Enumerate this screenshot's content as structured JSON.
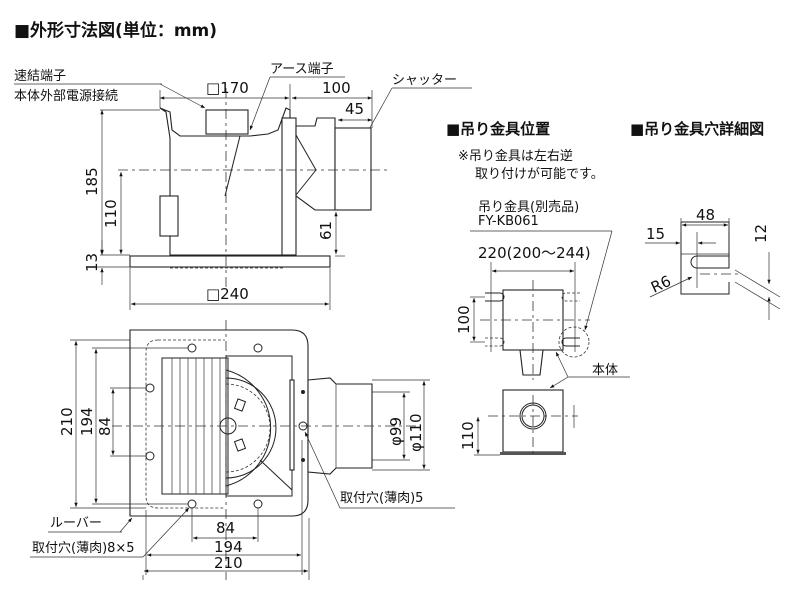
{
  "title": "■外形寸法図(単位：mm)",
  "side_view": {
    "labels": {
      "quick_terminal_1": "速結端子",
      "quick_terminal_2": "本体外部電源接続",
      "earth_terminal": "アース端子",
      "shutter": "シャッター"
    },
    "dims": {
      "body_square": "□170",
      "duct_length": "100",
      "duct_tip": "45",
      "height_total": "185",
      "duct_center_height": "110",
      "duct_bottom": "61",
      "panel_thickness": "13",
      "panel_square": "□240"
    }
  },
  "bottom_view": {
    "labels": {
      "louver": "ルーバー",
      "mount_holes_main": "取付穴(薄肉)8×5",
      "mount_hole_side": "取付穴(薄肉)5"
    },
    "dims": {
      "v210": "210",
      "v194": "194",
      "v84": "84",
      "h84": "84",
      "h194": "194",
      "h210": "210",
      "phi99": "φ99",
      "phi110": "φ110"
    }
  },
  "hanger_position": {
    "title": "■吊り金具位置",
    "note_1": "※吊り金具は左右逆",
    "note_2": "取り付けが可能です。",
    "part_label_1": "吊り金具(別売品)",
    "part_label_2": "FY-KB061",
    "span": "220(200〜244)",
    "dim_100": "100",
    "body_label": "本体",
    "dim_110": "110"
  },
  "hanger_hole_detail": {
    "title": "■吊り金具穴詳細図",
    "dim_48": "48",
    "dim_15": "15",
    "dim_12": "12",
    "radius": "R6"
  }
}
